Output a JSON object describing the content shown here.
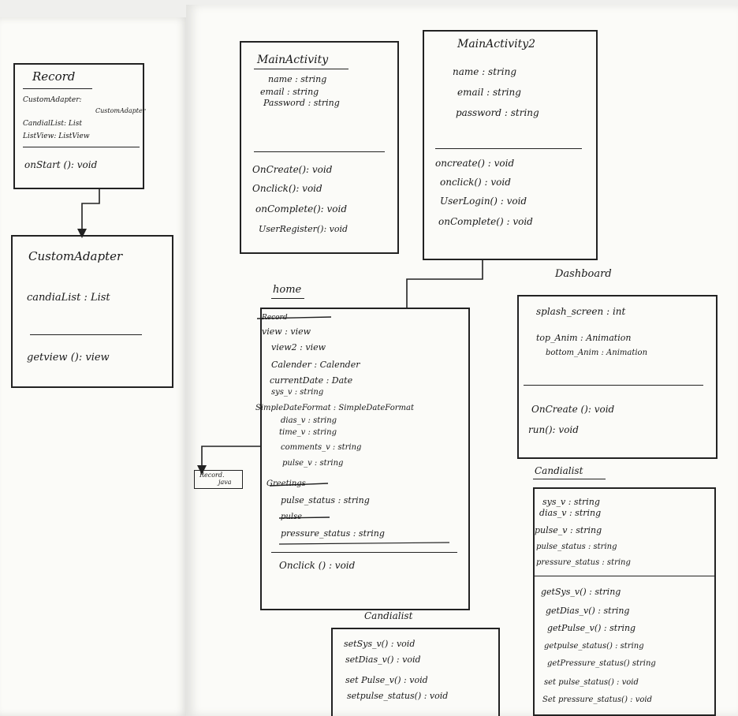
{
  "record": {
    "title": "Record",
    "attrs": [
      "CustomAdapter:",
      "CustomAdapter",
      "CandialList: List",
      "ListView: ListView"
    ],
    "methods": [
      "onStart (): void"
    ]
  },
  "custom_adapter": {
    "title": "CustomAdapter",
    "attrs": [
      "candiaList : List"
    ],
    "methods": [
      "getview (): view"
    ]
  },
  "main_activity": {
    "title": "MainActivity",
    "attrs": [
      "name : string",
      "email : string",
      "Password : string"
    ],
    "methods": [
      "OnCreate(): void",
      "Onclick(): void",
      "onComplete(): void",
      "UserRegister(): void"
    ]
  },
  "main_activity2": {
    "title": "MainActivity2",
    "attrs": [
      "name : string",
      "email : string",
      "password : string"
    ],
    "methods": [
      "oncreate() : void",
      "onclick() : void",
      "UserLogin() : void",
      "onComplete() : void"
    ]
  },
  "home": {
    "title": "home",
    "attrs": [
      "Record",
      "view : view",
      "view2 : view",
      "Calender : Calender",
      "currentDate : Date",
      "sys_v : string",
      "SimpleDateFormat : SimpleDateFormat",
      "dias_v : string",
      "time_v : string",
      "comments_v : string",
      "pulse_v : string",
      "Greetings",
      "pulse_status : string",
      "pulse",
      "pressure_status : string"
    ],
    "methods": [
      "Onclick () : void"
    ]
  },
  "record_java": {
    "line1": "Record.",
    "line2": "java"
  },
  "dashboard": {
    "title": "Dashboard",
    "attrs": [
      "splash_screen : int",
      "top_Anim : Animation",
      "bottom_Anim : Animation"
    ],
    "methods": [
      "OnCreate (): void",
      "run(): void"
    ]
  },
  "candialist_right": {
    "title": "Candialist",
    "attrs": [
      "sys_v : string",
      "dias_v : string",
      "pulse_v : string",
      "pulse_status : string",
      "pressure_status : string"
    ],
    "methods": [
      "getSys_v() : string",
      "getDias_v() : string",
      "getPulse_v() : string",
      "getpulse_status() : string",
      "getPressure_status() string",
      "set pulse_status() : void",
      "Set pressure_status() : void"
    ]
  },
  "candialist_bottom": {
    "title": "Candialist",
    "methods": [
      "setSys_v() : void",
      "setDias_v() : void",
      "set Pulse_v() : void",
      "setpulse_status() : void"
    ]
  }
}
